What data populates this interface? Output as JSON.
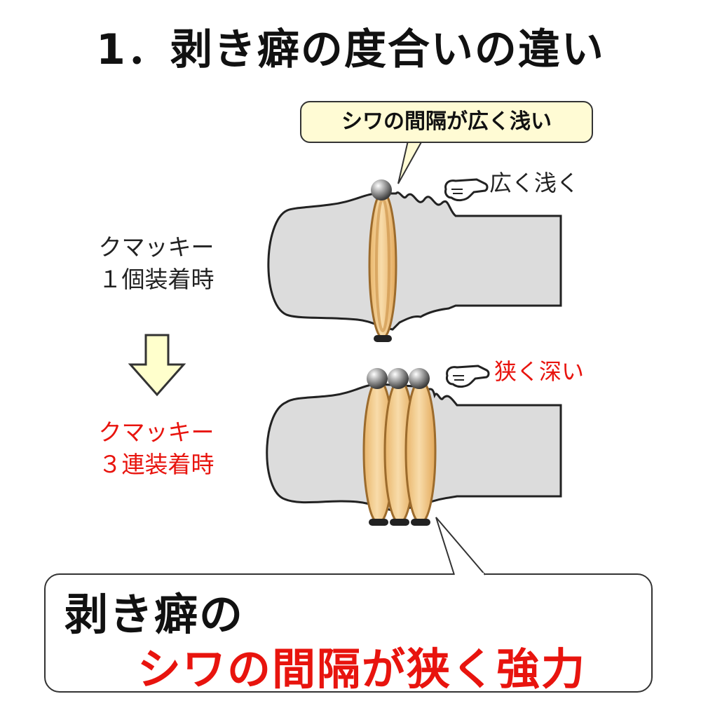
{
  "title": "1．剥き癖の度合いの違い",
  "top_callout": "シワの間隔が広く浅い",
  "top_pointer_label": "広く浅く",
  "bottom_pointer_label": "狭く深い",
  "label_single": {
    "line1": "クマッキー",
    "line2": "１個装着時"
  },
  "label_triple": {
    "line1": "クマッキー",
    "line2": "３連装着時"
  },
  "conclusion": {
    "line1": "剥き癖の",
    "line2": "シワの間隔が狭く強力"
  },
  "colors": {
    "accent_red": "#e8140e",
    "callout_bg": "#fffbd4",
    "shaft_gray": "#dcdcdc",
    "ring_orange": "#f1c98a",
    "arrow_fill": "#ffffcc"
  },
  "icons": [
    "pointing-hand-icon",
    "down-arrow-icon",
    "metal-ball-icon"
  ]
}
